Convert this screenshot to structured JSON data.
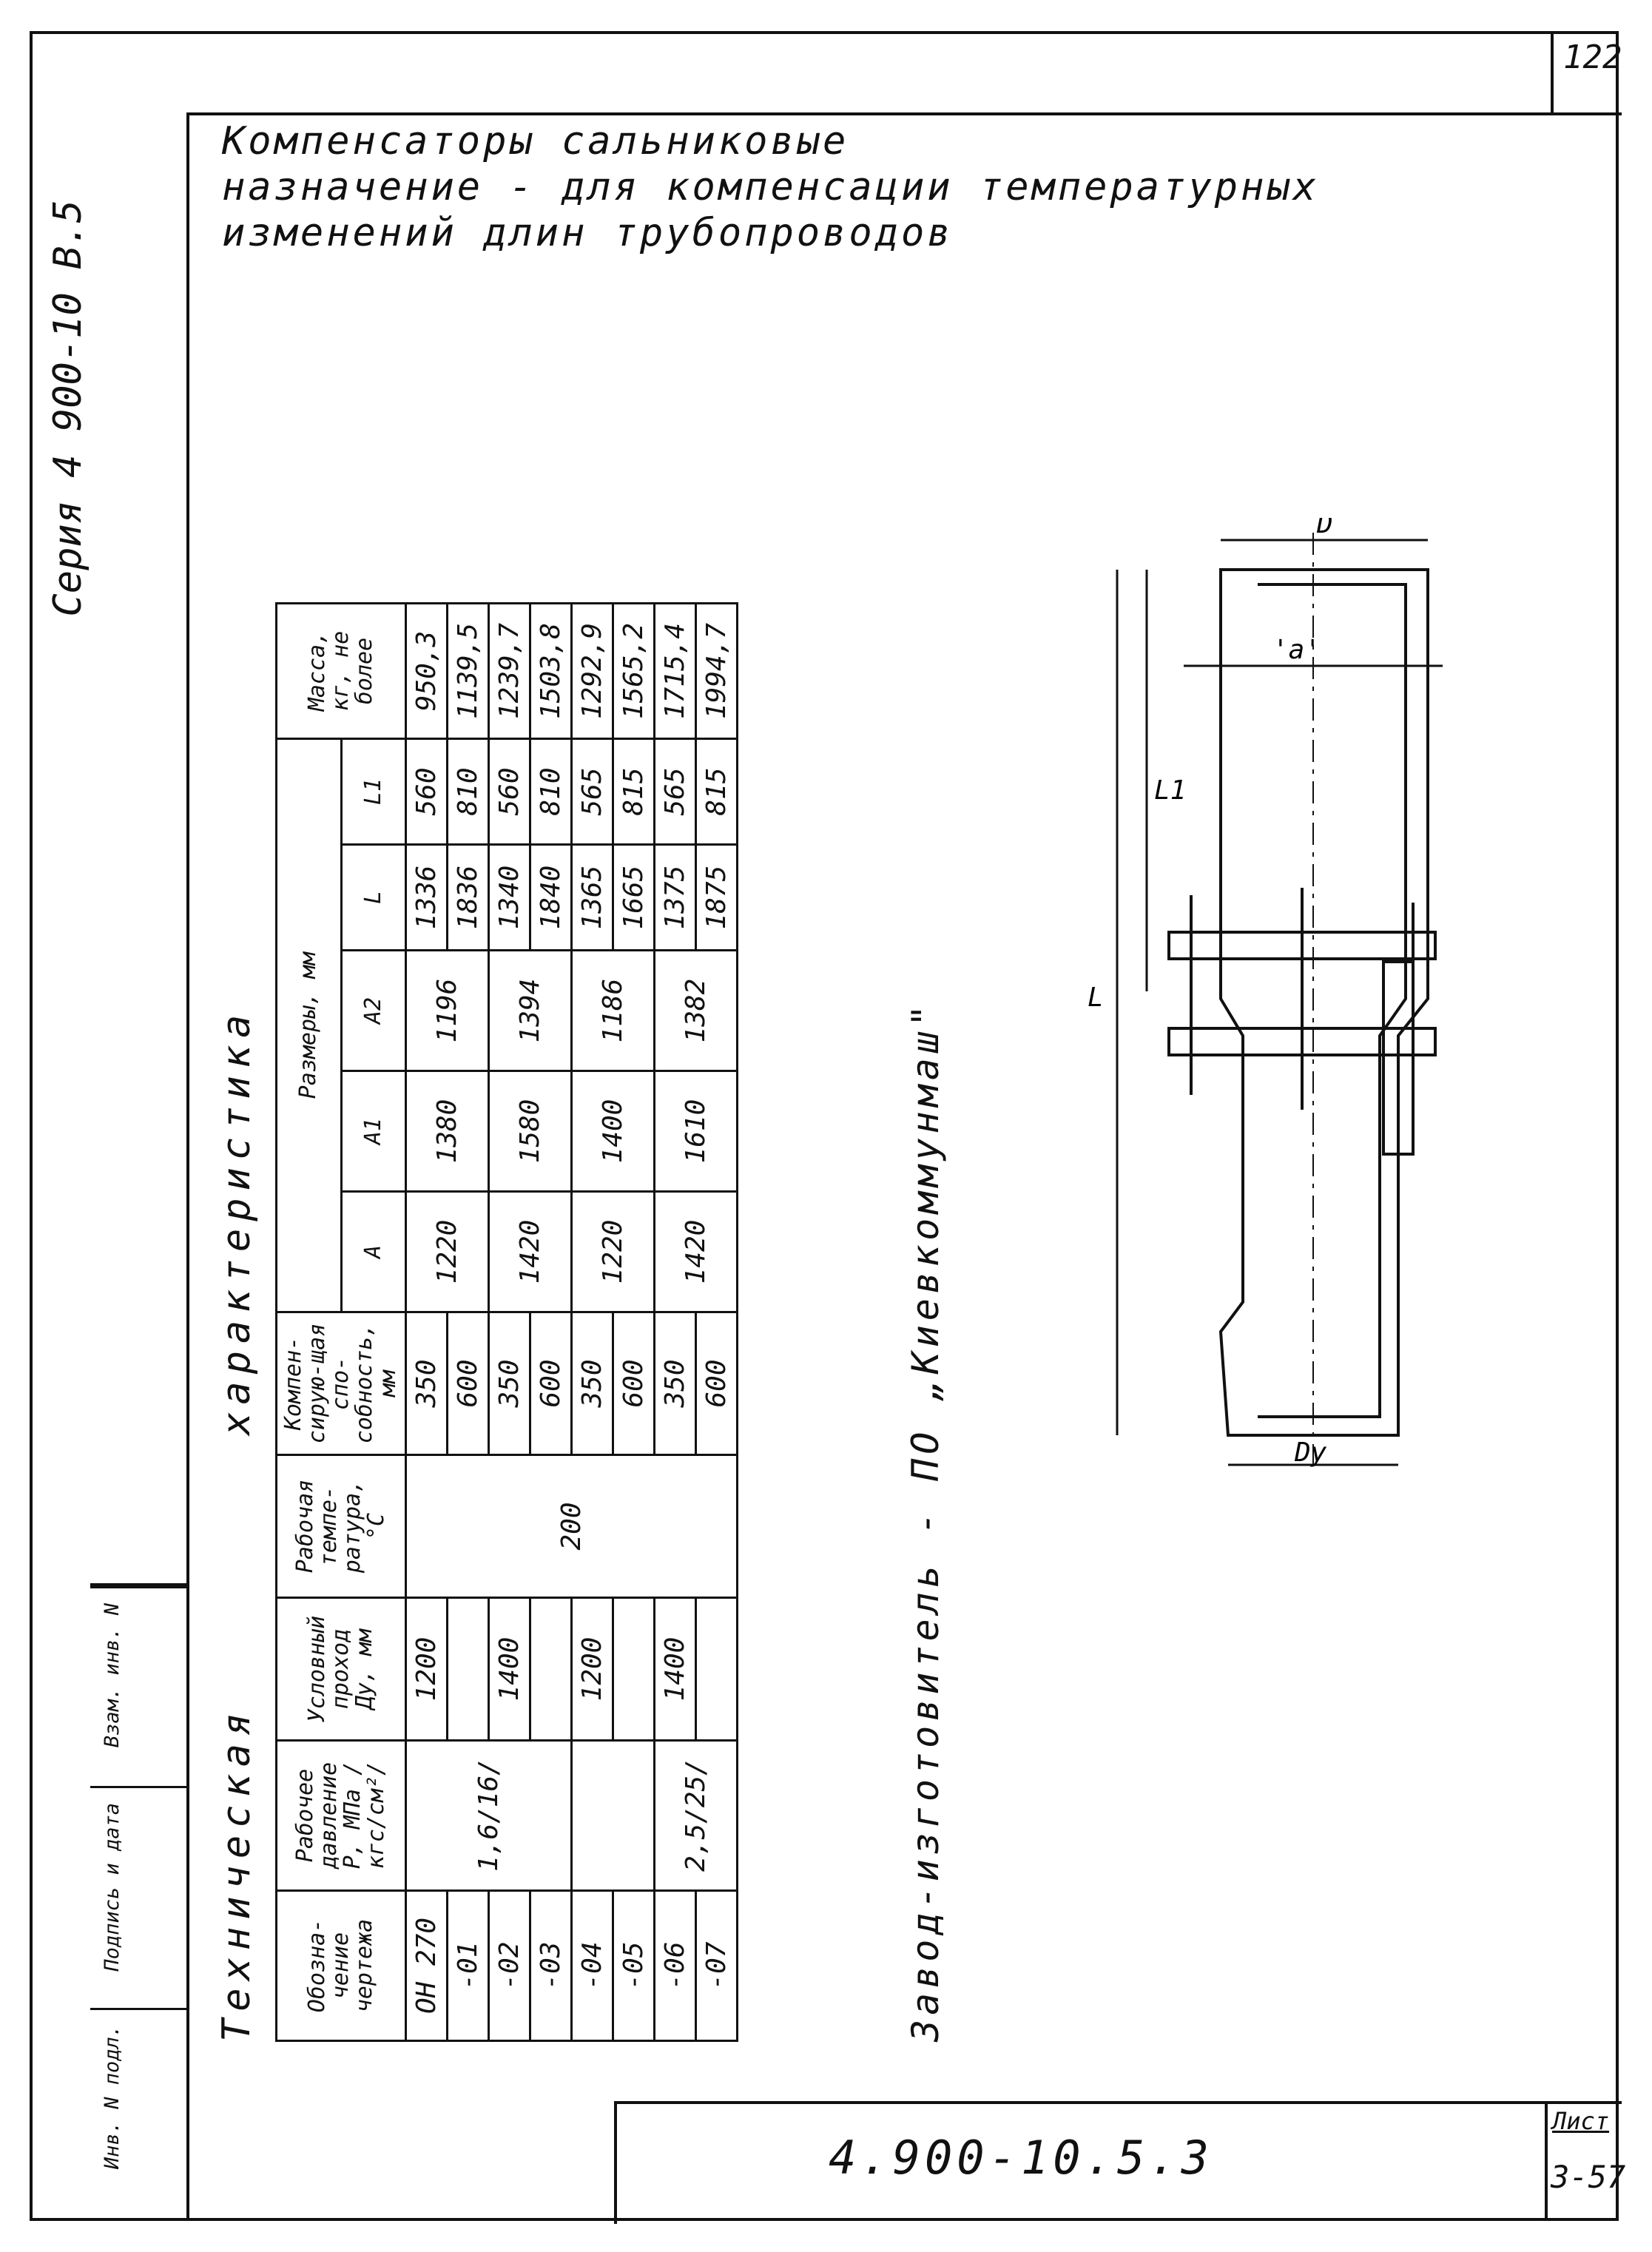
{
  "page": {
    "sheet_number": "122"
  },
  "series": "Серия 4 900-10 В.5",
  "title": {
    "line1": "Компенсаторы сальниковые",
    "line2": "назначение - для компенсации температурных",
    "line3": "изменений длин трубопроводов"
  },
  "binding": {
    "inv_orig": "Инв. N подл.",
    "sign_date": "Подпись и дата",
    "inv_replace": "Взам. инв. N"
  },
  "table": {
    "caption_left": "Техническая",
    "caption_right": "характеристика",
    "headers": {
      "designation": "Обозна-чение чертежа",
      "pressure": "Рабочее давление P, МПа /кгс/см²/",
      "dn": "Условный проход Ду, мм",
      "temperature": "Рабочая темпе-ратура, °С",
      "capacity": "Компен-сирую-щая спо-собность, мм",
      "dims_group": "Размеры, мм",
      "A": "А",
      "A1": "А1",
      "A2": "А2",
      "L": "L",
      "L1": "L1",
      "mass": "Масса, кг, не более"
    },
    "pressure_group1": "1,6/16/",
    "pressure_group2": "2,5/25/",
    "temperature_all": "200",
    "rows": [
      {
        "designation": "ОН 270",
        "dn": "1200",
        "capacity": "350",
        "A": "1220",
        "A1": "1380",
        "A2": "1196",
        "L": "1336",
        "L1": "560",
        "mass": "950,3"
      },
      {
        "designation": "-01",
        "dn": "",
        "capacity": "600",
        "A": "",
        "A1": "",
        "A2": "",
        "L": "1836",
        "L1": "810",
        "mass": "1139,5"
      },
      {
        "designation": "-02",
        "dn": "1400",
        "capacity": "350",
        "A": "1420",
        "A1": "1580",
        "A2": "1394",
        "L": "1340",
        "L1": "560",
        "mass": "1239,7"
      },
      {
        "designation": "-03",
        "dn": "",
        "capacity": "600",
        "A": "",
        "A1": "",
        "A2": "",
        "L": "1840",
        "L1": "810",
        "mass": "1503,8"
      },
      {
        "designation": "-04",
        "dn": "1200",
        "capacity": "350",
        "A": "1220",
        "A1": "1400",
        "A2": "1186",
        "L": "1365",
        "L1": "565",
        "mass": "1292,9"
      },
      {
        "designation": "-05",
        "dn": "",
        "capacity": "600",
        "A": "",
        "A1": "",
        "A2": "",
        "L": "1665",
        "L1": "815",
        "mass": "1565,2"
      },
      {
        "designation": "-06",
        "dn": "1400",
        "capacity": "350",
        "A": "1420",
        "A1": "1610",
        "A2": "1382",
        "L": "1375",
        "L1": "565",
        "mass": "1715,4"
      },
      {
        "designation": "-07",
        "dn": "",
        "capacity": "600",
        "A": "",
        "A1": "",
        "A2": "",
        "L": "1875",
        "L1": "815",
        "mass": "1994,7"
      }
    ],
    "manufacturer": "Завод-изготовитель - ПО „Киевкоммунмаш\""
  },
  "drawing": {
    "label_D": "D",
    "label_Dy": "Dу",
    "label_L": "L",
    "label_L1": "L1",
    "label_a": "'a'"
  },
  "stamp": {
    "code": "4.900-10.5.3",
    "sheet_label": "Лист",
    "sheet_value": "3-57"
  }
}
